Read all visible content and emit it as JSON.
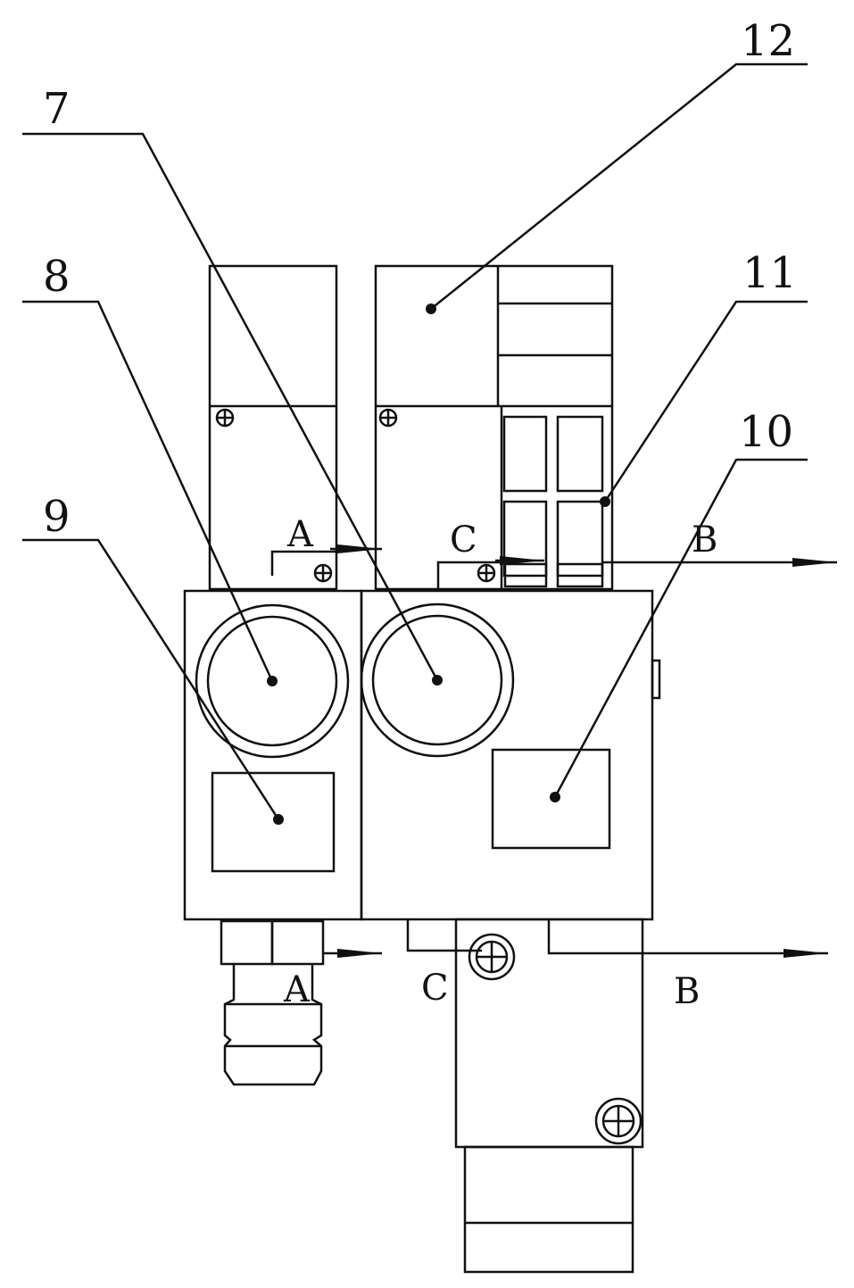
{
  "callouts": {
    "n7": "7",
    "n8": "8",
    "n9": "9",
    "n10": "10",
    "n11": "11",
    "n12": "12"
  },
  "ports": {
    "a_top": "A",
    "c_top": "C",
    "b_top": "B",
    "a_bottom": "A",
    "c_bottom": "C",
    "b_bottom": "B"
  },
  "colors": {
    "line": "#111111",
    "background": "#ffffff"
  }
}
